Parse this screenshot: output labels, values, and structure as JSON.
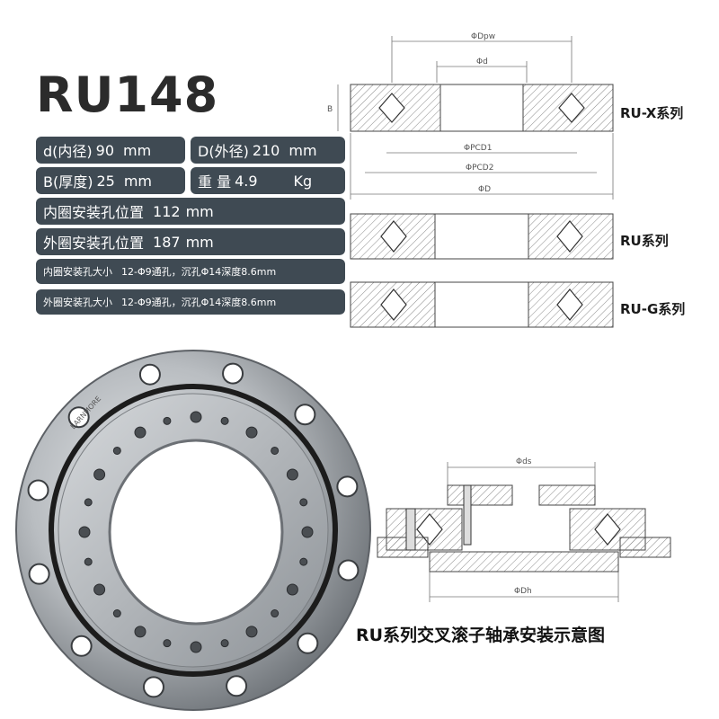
{
  "title": "RU148",
  "specs": {
    "inner_d": {
      "label": "d(内径)",
      "value": "90",
      "unit": "mm"
    },
    "outer_D": {
      "label": "D(外径)",
      "value": "210",
      "unit": "mm"
    },
    "width_B": {
      "label": "B(厚度)",
      "value": "25",
      "unit": "mm"
    },
    "weight": {
      "label": "重 量",
      "value": "4.9",
      "unit": "Kg"
    },
    "inner_hole_position": {
      "label": "内圈安装孔位置",
      "value": "112",
      "unit": "mm"
    },
    "outer_hole_position": {
      "label": "外圈安装孔位置",
      "value": "187",
      "unit": "mm"
    },
    "inner_hole_size": {
      "label": "内圈安装孔大小",
      "value": "12-Φ9通孔，沉孔Φ14深度8.6mm"
    },
    "outer_hole_size": {
      "label": "外圈安装孔大小",
      "value": "12-Φ9通孔，沉孔Φ14深度8.6mm"
    }
  },
  "drawings": {
    "dims": {
      "dpw": "ΦDpw",
      "d": "Φd",
      "pcd1": "ΦPCD1",
      "pcd2": "ΦPCD2",
      "D": "ΦD",
      "B": "B",
      "ds": "Φds",
      "dh": "ΦDh"
    },
    "series_labels": [
      "RU-X系列",
      "RU系列",
      "RU-G系列"
    ]
  },
  "photo": {
    "engraving": "EARNMORE"
  },
  "caption": "RU系列交叉滚子轴承安装示意图"
}
